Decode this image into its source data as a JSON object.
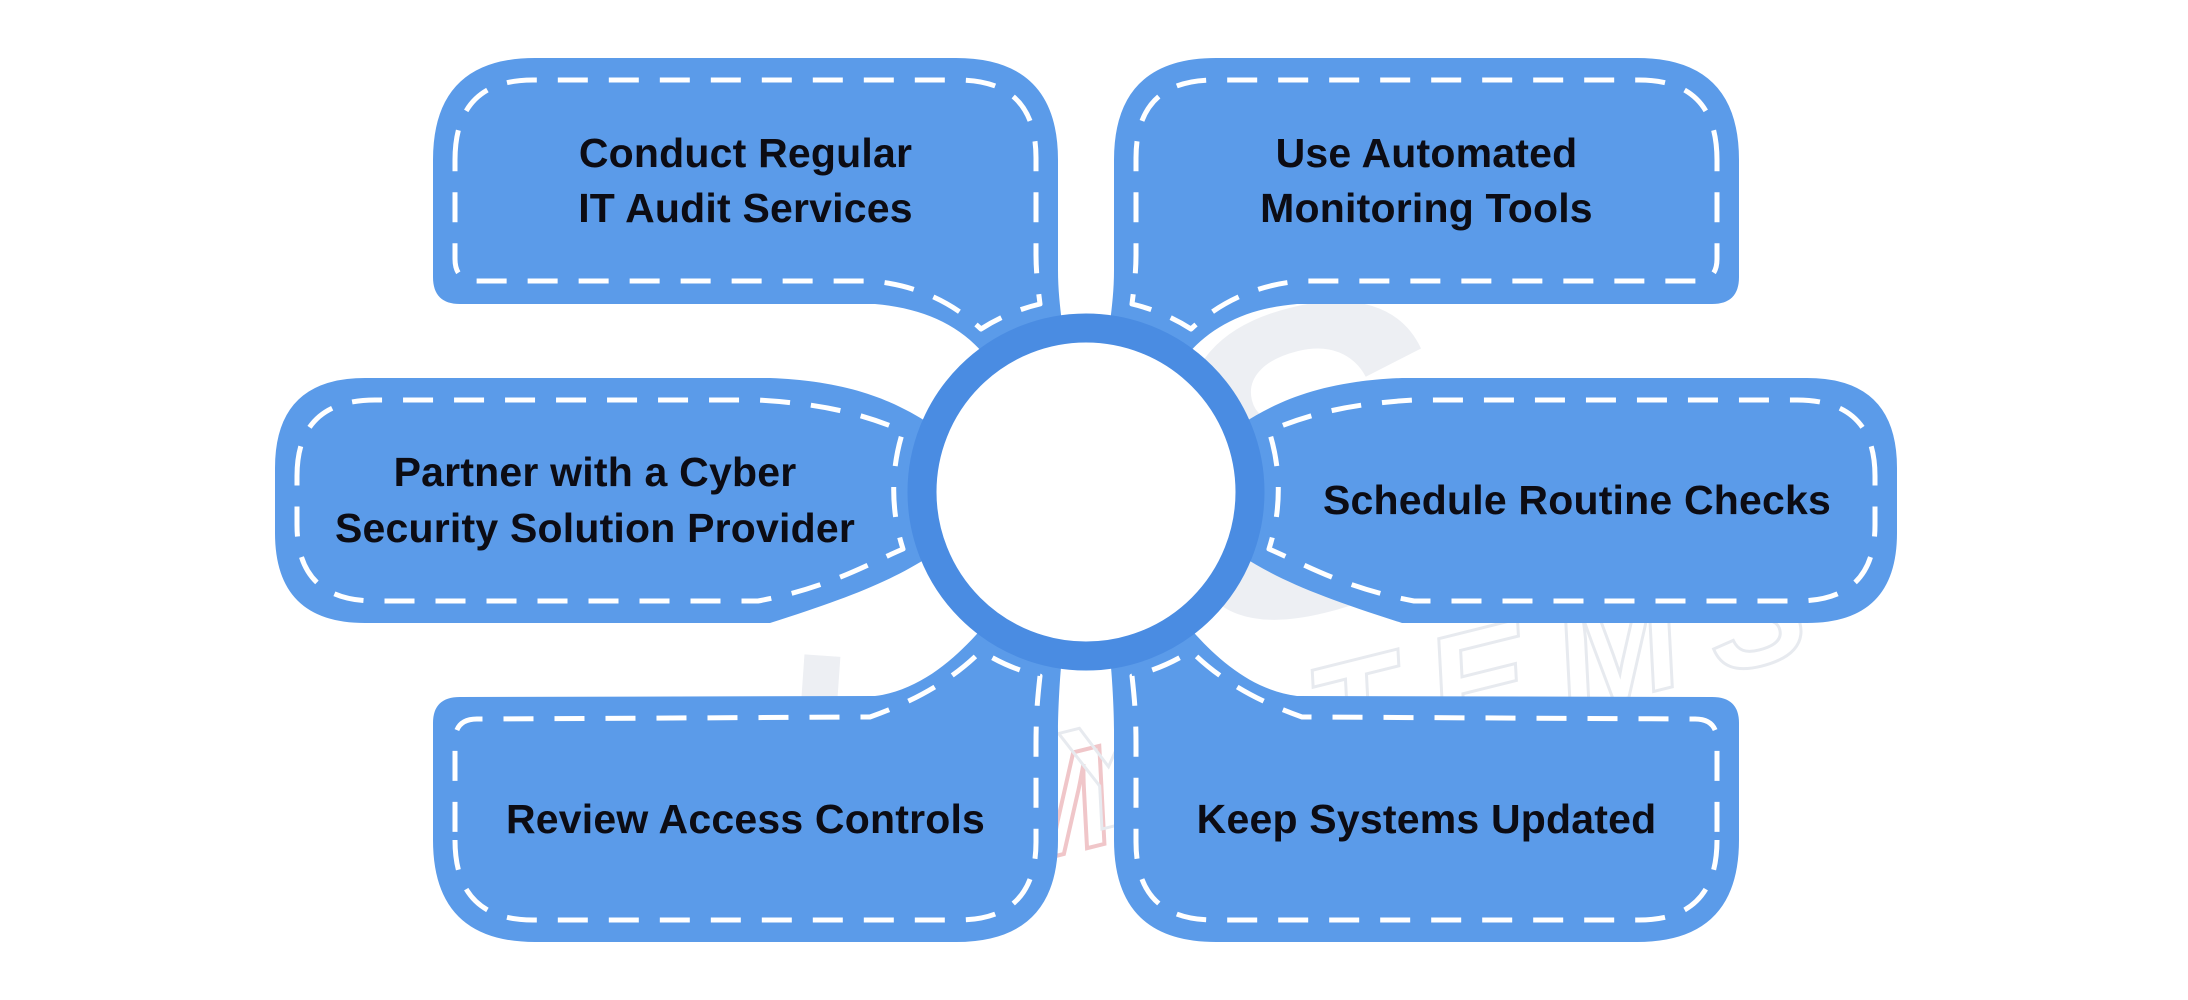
{
  "figure": {
    "type": "radial-infographic",
    "background": "#ffffff",
    "center_circle": {
      "fill": "#ffffff",
      "ring_color": "#4a8ce2"
    },
    "block_style": {
      "fill": "#5b9be9",
      "dash_border_color": "#ffffff",
      "text_color": "#0c0c14"
    },
    "blocks": [
      {
        "position": "top-left",
        "lines": [
          "Conduct Regular",
          "IT Audit Services"
        ]
      },
      {
        "position": "top-right",
        "lines": [
          "Use Automated",
          "Monitoring Tools"
        ]
      },
      {
        "position": "middle-left",
        "lines": [
          "Partner with a Cyber",
          "Security Solution Provider"
        ]
      },
      {
        "position": "middle-right",
        "lines": [
          "Schedule Routine Checks"
        ]
      },
      {
        "position": "bottom-left",
        "lines": [
          "Review Access Controls"
        ]
      },
      {
        "position": "bottom-right",
        "lines": [
          "Keep Systems Updated"
        ]
      }
    ],
    "watermark": {
      "big_letter": "S",
      "word": "SYSTEMS",
      "monogram_letter": "M",
      "gray": "#edeff3",
      "outline": "#e7eaef",
      "pink": "#f0c6c9"
    }
  }
}
